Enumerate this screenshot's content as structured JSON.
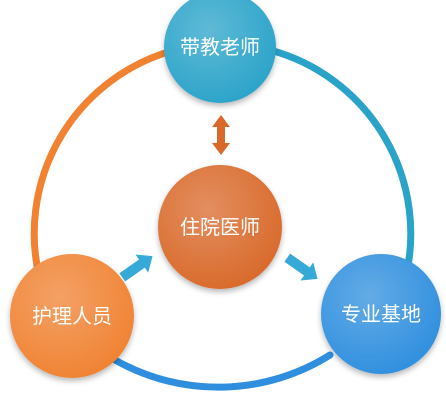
{
  "diagram": {
    "nodes": {
      "top": {
        "label": "带教老师",
        "color": "#2aa3c9"
      },
      "center": {
        "label": "住院医师",
        "color": "#d9692a"
      },
      "left": {
        "label": "护理人员",
        "color": "#f08232"
      },
      "right": {
        "label": "专业基地",
        "color": "#2f8fde"
      }
    },
    "ring": {
      "left_color": "#f08232",
      "right_color": "#2aa3c9",
      "bottom_color": "#2f8fde"
    },
    "arrows": {
      "vertical_color": "#d9692a",
      "left_color": "#35a9d8",
      "right_color": "#35a9d8"
    }
  }
}
